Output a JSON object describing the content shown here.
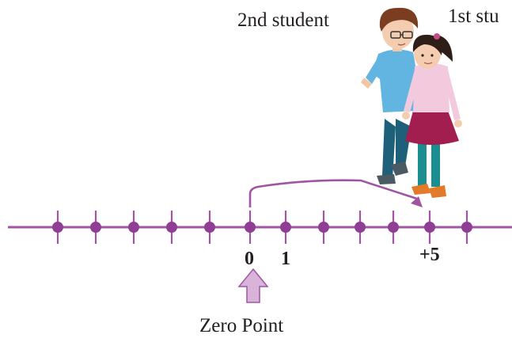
{
  "labels": {
    "student_2": "2nd student",
    "student_1": "1st stu",
    "zero_point": "Zero Point"
  },
  "number_line": {
    "tick_count": 12,
    "zero_index": 5,
    "labeled_ticks": [
      {
        "index": 5,
        "text": "0"
      },
      {
        "index": 6,
        "text": "1"
      },
      {
        "index": 10,
        "text": "+5"
      }
    ],
    "jump": {
      "from_index": 5,
      "to_index": 10
    }
  },
  "colors": {
    "line": "#a154a4",
    "dot": "#8e3f93",
    "arrow_fill": "#d8b3da",
    "text": "#231f20"
  },
  "icons": [
    "boy-student-illustration",
    "girl-student-illustration",
    "up-arrow-icon"
  ]
}
